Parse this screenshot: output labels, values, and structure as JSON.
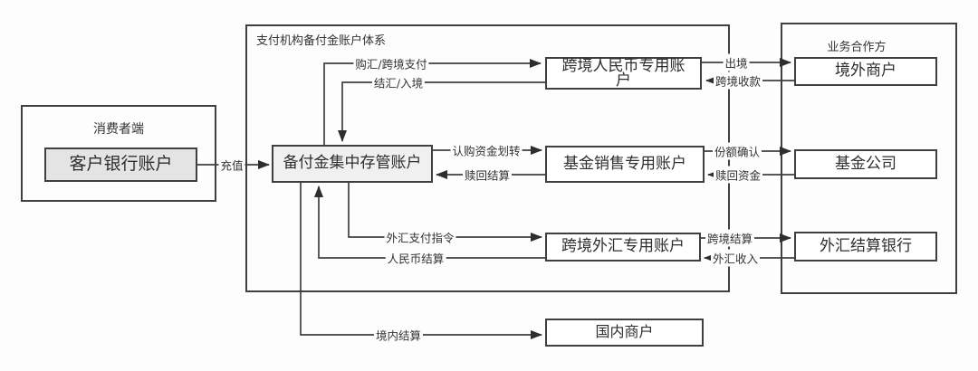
{
  "diagram": {
    "groups": {
      "consumer": {
        "title": "消费者端"
      },
      "payment_system": {
        "title": "支付机构备付金账户体系"
      },
      "partners": {
        "title": "业务合作方"
      }
    },
    "nodes": {
      "customer_bank": {
        "label": "客户银行账户"
      },
      "reserve_account": {
        "label": "备付金集中存管账户"
      },
      "crossborder_rmb_account": {
        "label": "跨境人民币专用账户"
      },
      "fund_sales_account": {
        "label": "基金销售专用账户"
      },
      "crossborder_fx_account": {
        "label": "跨境外汇专用账户"
      },
      "overseas_merchant": {
        "label": "境外商户"
      },
      "fund_company": {
        "label": "基金公司"
      },
      "fx_settlement_bank": {
        "label": "外汇结算银行"
      },
      "domestic_merchant": {
        "label": "国内商户"
      }
    },
    "edges": {
      "recharge": {
        "label": "充值",
        "from": "customer_bank",
        "to": "reserve_account"
      },
      "buy_fx_payment": {
        "label": "购汇/跨境支付",
        "from": "reserve_account",
        "to": "crossborder_rmb_account"
      },
      "settle_fx_inbound": {
        "label": "结汇/入境",
        "from": "crossborder_rmb_account",
        "to": "reserve_account"
      },
      "outbound": {
        "label": "出境",
        "from": "crossborder_rmb_account",
        "to": "overseas_merchant"
      },
      "crossborder_collect": {
        "label": "跨境收款",
        "from": "overseas_merchant",
        "to": "crossborder_rmb_account"
      },
      "subscription_funds": {
        "label": "认购资金划转",
        "from": "reserve_account",
        "to": "fund_sales_account"
      },
      "redemption_settle": {
        "label": "赎回结算",
        "from": "fund_sales_account",
        "to": "reserve_account"
      },
      "share_confirm": {
        "label": "份额确认",
        "from": "fund_sales_account",
        "to": "fund_company"
      },
      "redemption_funds": {
        "label": "赎回资金",
        "from": "fund_company",
        "to": "fund_sales_account"
      },
      "fx_payment_order": {
        "label": "外汇支付指令",
        "from": "reserve_account",
        "to": "crossborder_fx_account"
      },
      "rmb_settlement": {
        "label": "人民币结算",
        "from": "crossborder_fx_account",
        "to": "reserve_account"
      },
      "crossborder_settle": {
        "label": "跨境结算",
        "from": "crossborder_fx_account",
        "to": "fx_settlement_bank"
      },
      "fx_income": {
        "label": "外汇收入",
        "from": "fx_settlement_bank",
        "to": "crossborder_fx_account"
      },
      "domestic_settle": {
        "label": "境内结算",
        "from": "reserve_account",
        "to": "domestic_merchant"
      }
    },
    "colors": {
      "line": "#3f3f3f",
      "box_border": "#3f3f3f",
      "background": "#fdfdfd",
      "customer_bank_fill": "#e4e4e4",
      "reserve_account_fill": "#f0f0f0"
    }
  }
}
